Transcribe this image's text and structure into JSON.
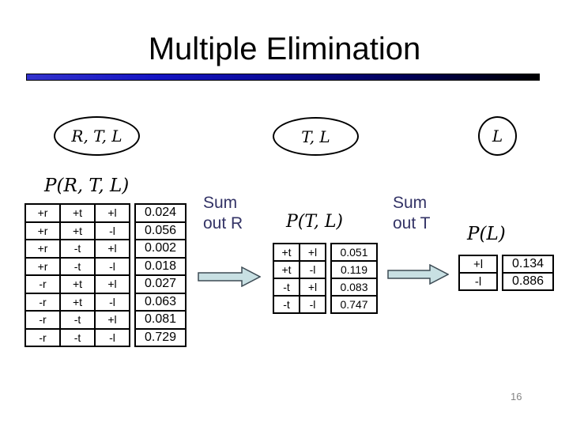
{
  "title": "Multiple Elimination",
  "page_number": "16",
  "colors": {
    "accent_bar_left": "#3333cc",
    "accent_bar_right": "#000000",
    "sum_text": "#333366",
    "arrow_fill": "#c8e0e3",
    "arrow_border": "#3d4b54",
    "footer_gray": "#848484"
  },
  "ellipses": [
    {
      "label": "R, T, L"
    },
    {
      "label": "T, L"
    },
    {
      "label": "L"
    }
  ],
  "sum_labels": [
    {
      "line1": "Sum",
      "line2": "out R"
    },
    {
      "line1": "Sum",
      "line2": "out T"
    }
  ],
  "factors": [
    {
      "formula": "P(R, T, L)",
      "grid": [
        [
          "+r",
          "+t",
          "+l"
        ],
        [
          "+r",
          "+t",
          "-l"
        ],
        [
          "+r",
          "-t",
          "+l"
        ],
        [
          "+r",
          "-t",
          "-l"
        ],
        [
          "-r",
          "+t",
          "+l"
        ],
        [
          "-r",
          "+t",
          "-l"
        ],
        [
          "-r",
          "-t",
          "+l"
        ],
        [
          "-r",
          "-t",
          "-l"
        ]
      ],
      "values": [
        "0.024",
        "0.056",
        "0.002",
        "0.018",
        "0.027",
        "0.063",
        "0.081",
        "0.729"
      ]
    },
    {
      "formula": "P(T, L)",
      "grid": [
        [
          "+t",
          "+l"
        ],
        [
          "+t",
          "-l"
        ],
        [
          "-t",
          "+l"
        ],
        [
          "-t",
          "-l"
        ]
      ],
      "values": [
        "0.051",
        "0.119",
        "0.083",
        "0.747"
      ]
    },
    {
      "formula": "P(L)",
      "grid": [
        [
          "+l"
        ],
        [
          "-l"
        ]
      ],
      "values": [
        "0.134",
        "0.886"
      ]
    }
  ]
}
